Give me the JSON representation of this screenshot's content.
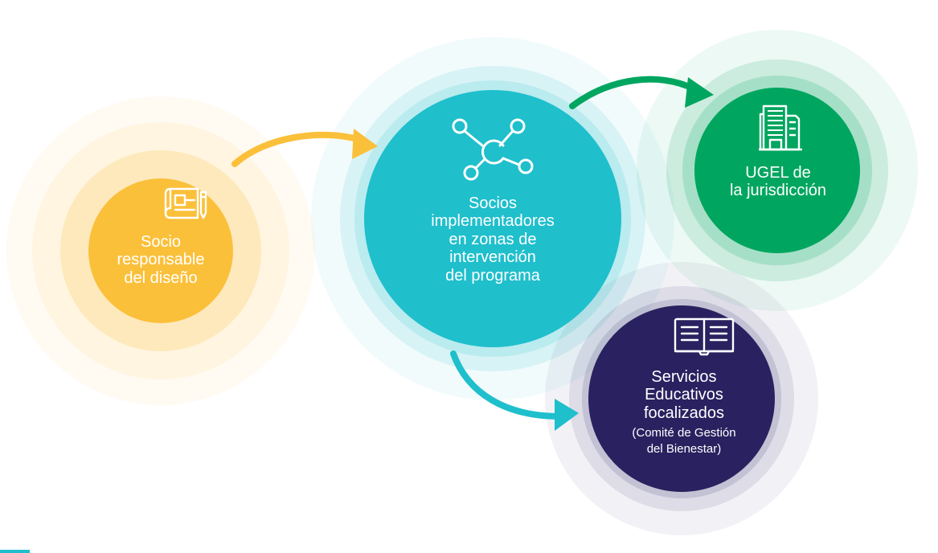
{
  "colors": {
    "design": "#fbc03a",
    "implement": "#1fbfcc",
    "ugel": "#00a65f",
    "services": "#2a2160",
    "white": "#ffffff"
  },
  "nodes": {
    "design": {
      "icon": "blueprint-icon",
      "lines": [
        "Socio",
        "responsable",
        "del diseño"
      ]
    },
    "implement": {
      "icon": "network-icon",
      "lines": [
        "Socios",
        "implementadores",
        "en zonas de",
        "intervención",
        "del programa"
      ]
    },
    "ugel": {
      "icon": "building-icon",
      "lines": [
        "UGEL de",
        "la jurisdicción"
      ]
    },
    "services": {
      "icon": "open-book-icon",
      "lines": [
        "Servicios",
        "Educativos",
        "focalizados"
      ],
      "sub_lines": [
        "(Comité de Gestión",
        "del Bienestar)"
      ]
    }
  },
  "edges": [
    {
      "from": "design",
      "to": "implement",
      "color": "#fbc03a"
    },
    {
      "from": "implement",
      "to": "ugel",
      "color": "#00a65f"
    },
    {
      "from": "implement",
      "to": "services",
      "color": "#1fbfcc"
    }
  ]
}
